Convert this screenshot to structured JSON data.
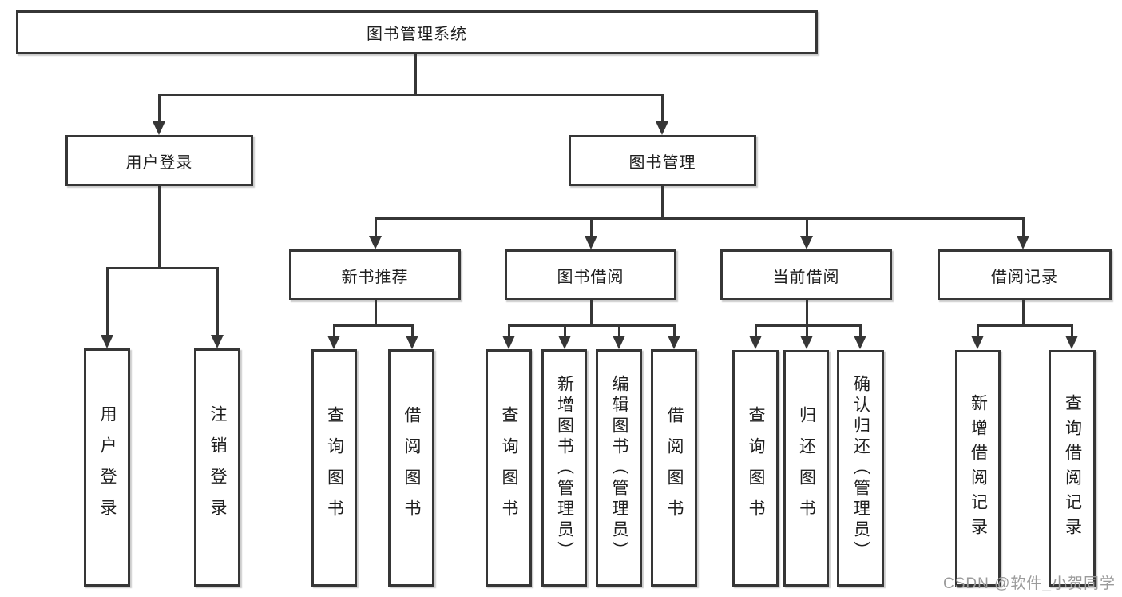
{
  "watermark": "CSDN @软件_小贺同学",
  "colors": {
    "background": "#ffffff",
    "line": "#363636",
    "text": "#1f1f1f",
    "watermark": "#9b9b9b"
  },
  "tree": {
    "root": "图书管理系统",
    "user_login": "用户登录",
    "book_mgmt": "图书管理",
    "new_book_rec": "新书推荐",
    "book_borrow": "图书借阅",
    "current_borrow": "当前借阅",
    "borrow_record": "借阅记录",
    "user_login_children": [
      "用户登录",
      "注销登录"
    ],
    "new_book_rec_children": [
      "查询图书",
      "借阅图书"
    ],
    "book_borrow_children": [
      "查询图书",
      "新增图书（管理员）",
      "编辑图书（管理员）",
      "借阅图书"
    ],
    "current_borrow_children": [
      "查询图书",
      "归还图书",
      "确认归还（管理员）"
    ],
    "borrow_record_children": [
      "新增借阅记录",
      "查询借阅记录"
    ]
  }
}
